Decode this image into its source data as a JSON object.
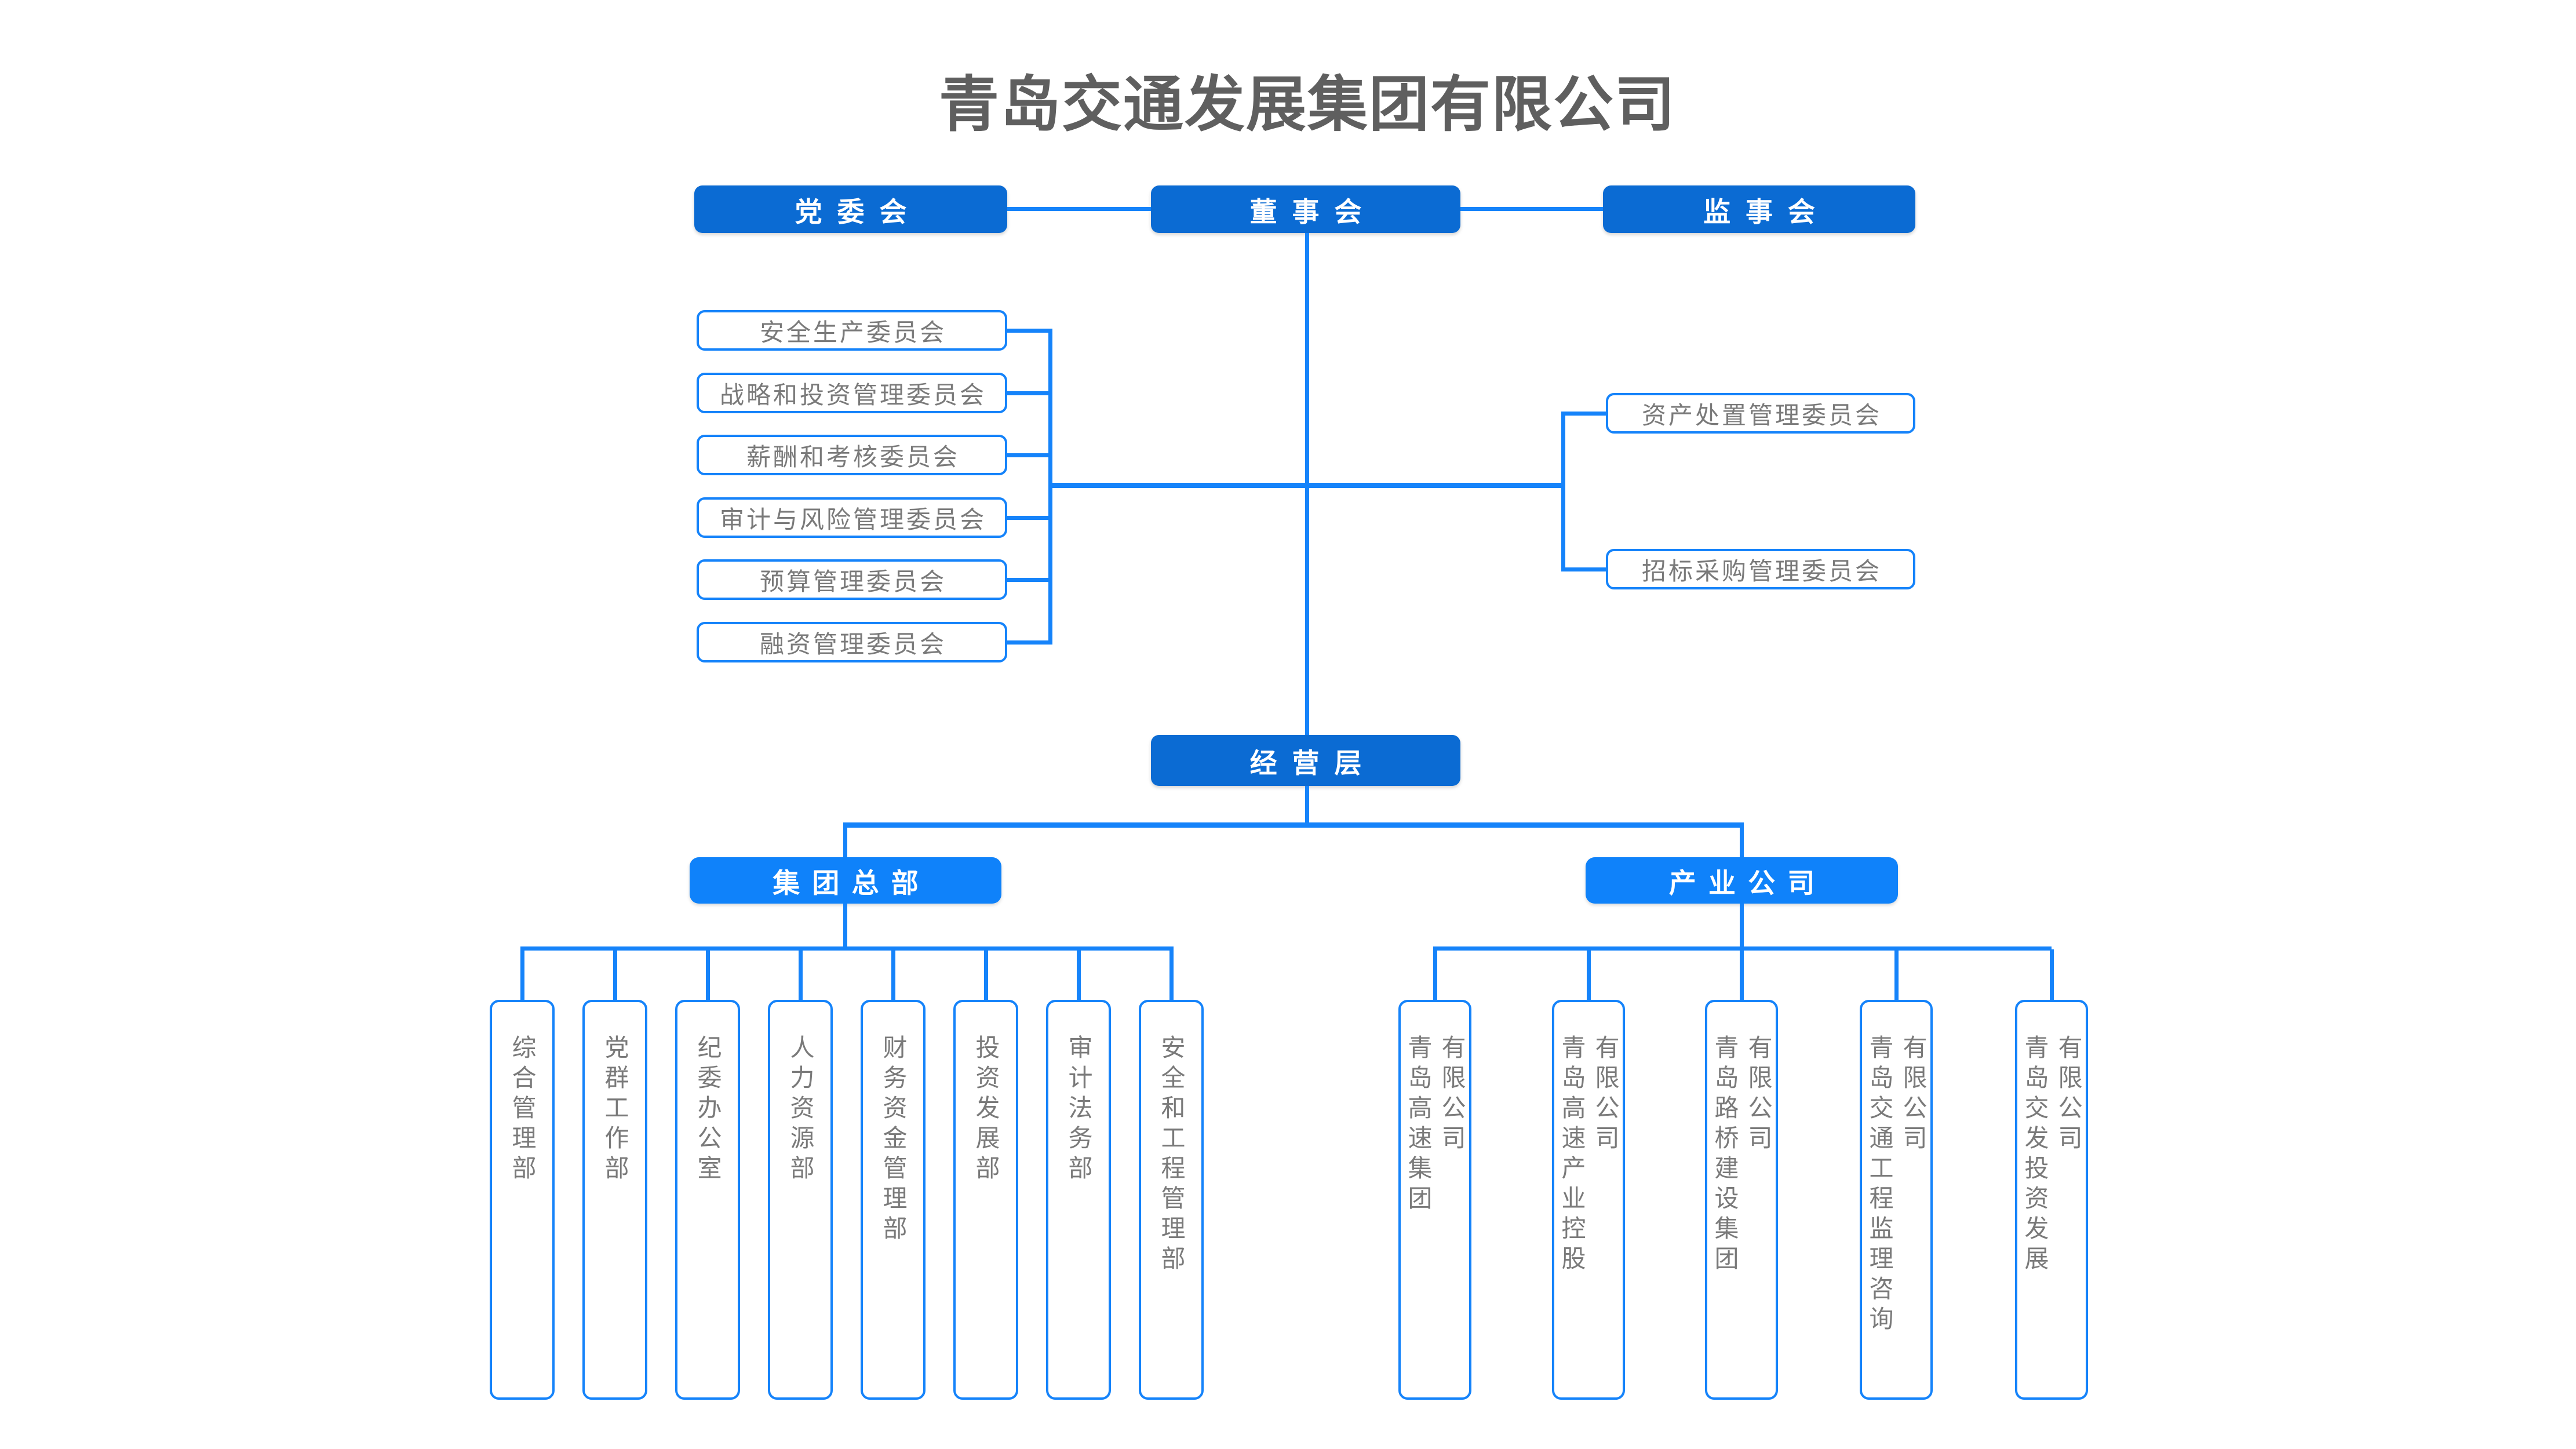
{
  "title": "青岛交通发展集团有限公司",
  "top_boxes": {
    "party_committee": "党委会",
    "board_of_directors": "董事会",
    "supervisory_board": "监事会"
  },
  "left_committees": [
    "安全生产委员会",
    "战略和投资管理委员会",
    "薪酬和考核委员会",
    "审计与风险管理委员会",
    "预算管理委员会",
    "融资管理委员会"
  ],
  "right_committees": [
    "资产处置管理委员会",
    "招标采购管理委员会"
  ],
  "management_label": "经营层",
  "branches": {
    "headquarters": "集团总部",
    "industry": "产业公司"
  },
  "departments": [
    "综合管理部",
    "党群工作部",
    "纪委办公室",
    "人力资源部",
    "财务资金管理部",
    "投资发展部",
    "审计法务部",
    "安全和工程管理部"
  ],
  "companies": [
    {
      "line1": "青岛高速集团",
      "line2": "有限公司"
    },
    {
      "line1": "青岛高速产业控股",
      "line2": "有限公司"
    },
    {
      "line1": "青岛路桥建设集团",
      "line2": "有限公司"
    },
    {
      "line1": "青岛交通工程监理咨询",
      "line2": "有限公司"
    },
    {
      "line1": "青岛交发投资发展",
      "line2": "有限公司"
    }
  ],
  "colors": {
    "primary_blue": "#0b6bd3",
    "bright_blue": "#0f82fa",
    "line_blue": "#1583fa",
    "text_gray": "#7a7a7a",
    "title_gray": "#5f5f5f"
  }
}
